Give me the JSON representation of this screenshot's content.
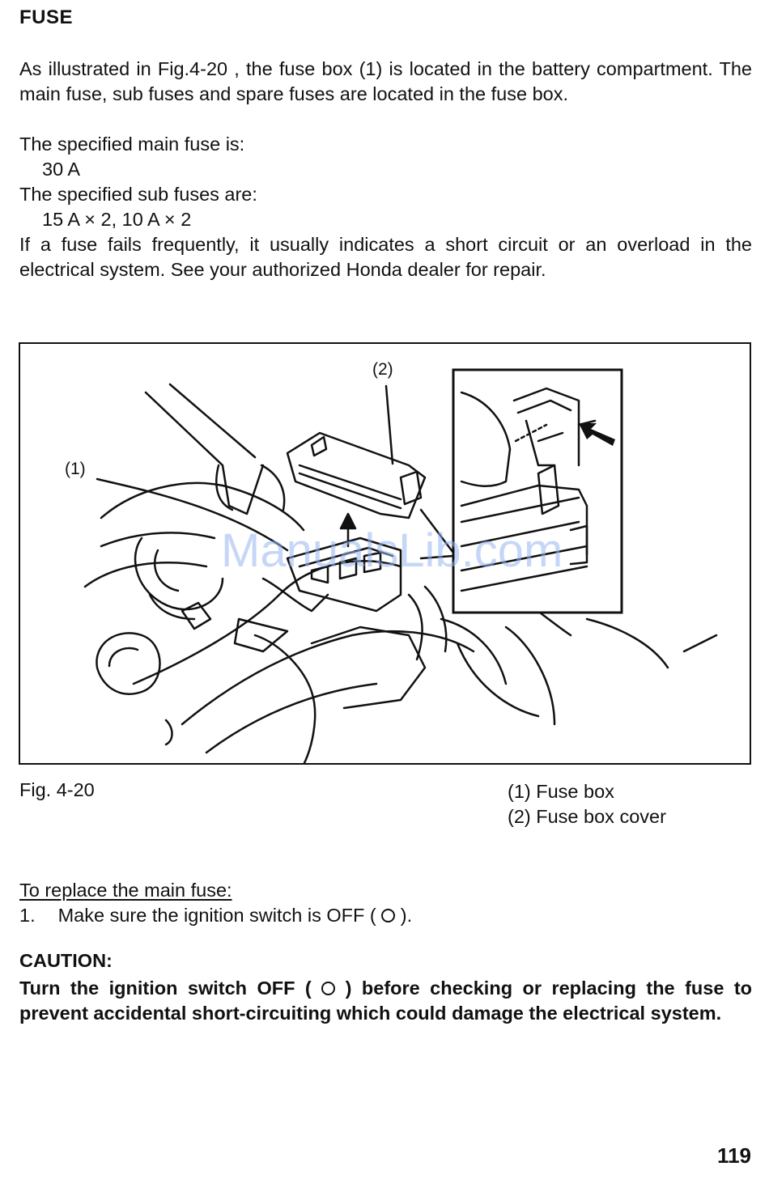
{
  "heading": "FUSE",
  "intro": {
    "p1": "As illustrated in Fig.4-20 , the fuse box (1) is located in the battery compartment. The main fuse, sub fuses and spare fuses are located in the fuse box.",
    "main_label": "The specified main fuse is:",
    "main_value": "30 A",
    "sub_label": "The specified sub fuses are:",
    "sub_value": "15 A × 2, 10 A × 2",
    "p2": "If a fuse fails frequently, it usually indicates a short circuit or an overload in the electrical system. See your authorized Honda dealer for repair."
  },
  "figure": {
    "callout_1": "(1)",
    "callout_2": "(2)",
    "watermark": "ManualsLib.com",
    "caption": "Fig. 4-20",
    "legend": [
      "(1) Fuse box",
      "(2) Fuse box cover"
    ]
  },
  "procedure": {
    "title": "To replace the main fuse:",
    "step_num": "1.",
    "step_text_before": "Make sure the ignition switch is OFF (",
    "step_text_after": ")."
  },
  "caution": {
    "title": "CAUTION:",
    "text_before": "Turn the ignition switch OFF (",
    "text_after": ") before checking or replacing the fuse to prevent accidental short-circuiting which could damage the electrical system."
  },
  "page_number": "119"
}
